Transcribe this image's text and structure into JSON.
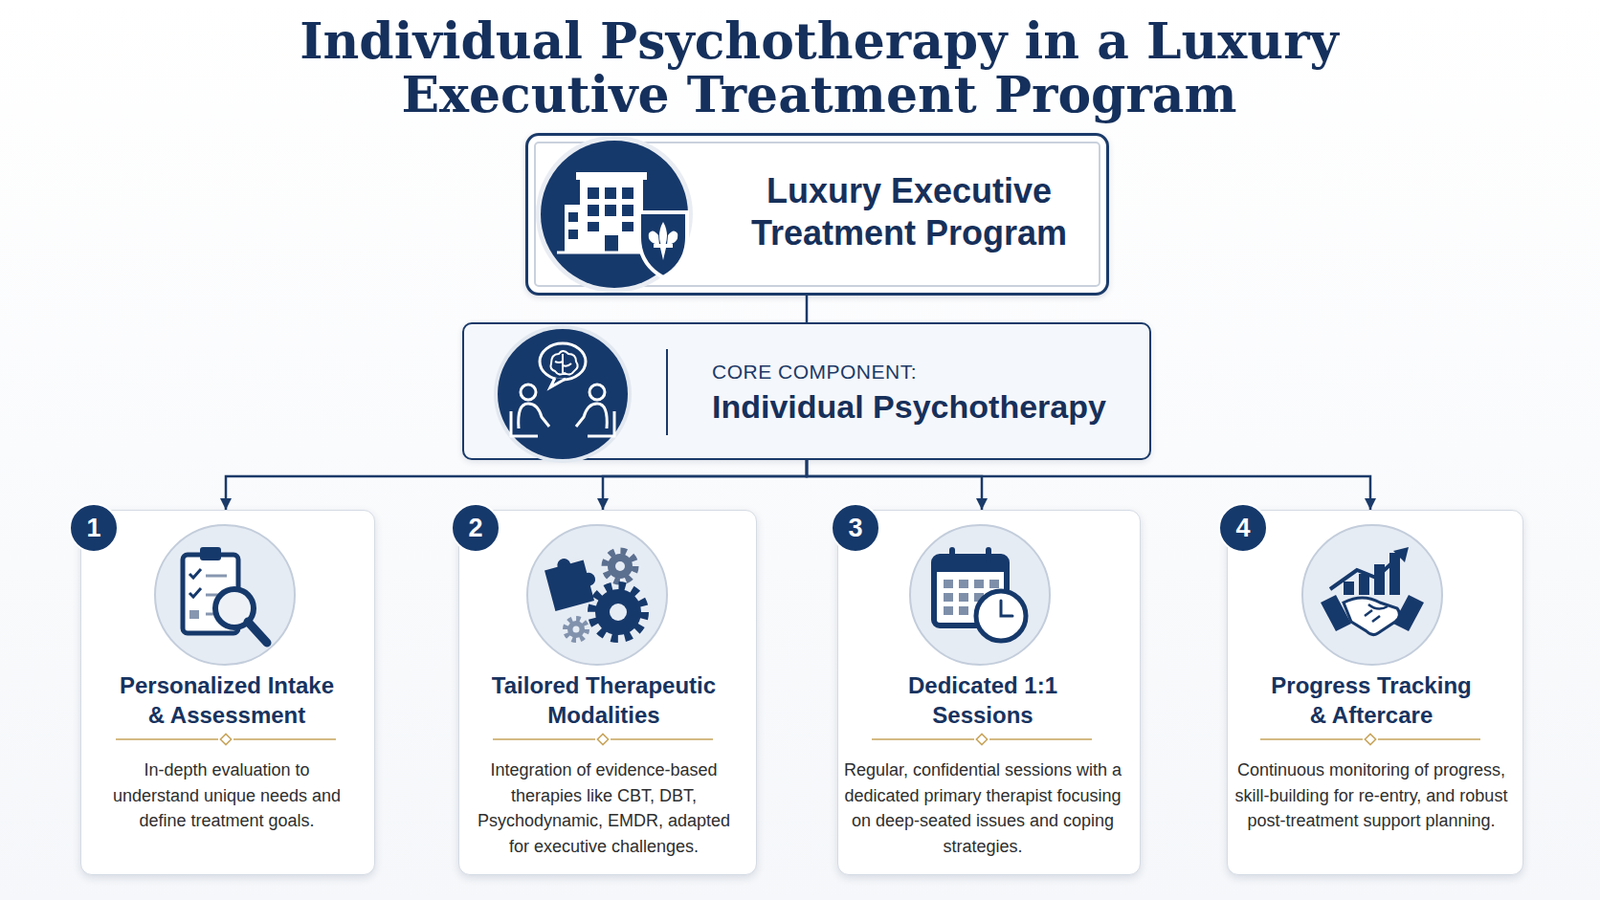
{
  "diagram": {
    "title": "Individual Psychotherapy in a Luxury Executive Treatment Program",
    "nodes": [
      {
        "text": [
          "Luxury Executive Treatment Program"
        ]
      },
      {
        "text": [
          "CORE COMPONENT:",
          "Individual Psychotherapy"
        ]
      },
      {
        "text": [
          "Personalized Intake & Assessment",
          "In-depth evaluation to understand unique needs and define treatment goals."
        ]
      },
      {
        "text": [
          "Tailored Therapeutic Modalities",
          "Integration of evidence-based therapies like CBT, DBT, Psychodynamic, EMDR, adapted for executive challenges."
        ]
      },
      {
        "text": [
          "Dedicated 1:1 Sessions",
          "Regular, confidential sessions with a dedicated primary therapist focusing on deep-seated issues and coping strategies."
        ]
      },
      {
        "text": [
          "Progress Tracking & Aftercare",
          "Continuous monitoring of progress, skill-building for re-entry, and robust post-treatment support planning."
        ]
      }
    ],
    "edges": [
      {
        "from": 0,
        "to": 1,
        "arrow": "none"
      },
      {
        "from": 1,
        "to": 2,
        "arrow": "to"
      },
      {
        "from": 1,
        "to": 3,
        "arrow": "to"
      },
      {
        "from": 1,
        "to": 4,
        "arrow": "to"
      },
      {
        "from": 1,
        "to": 5,
        "arrow": "to"
      }
    ],
    "labels": [
      "1",
      "2",
      "3",
      "4"
    ]
  }
}
